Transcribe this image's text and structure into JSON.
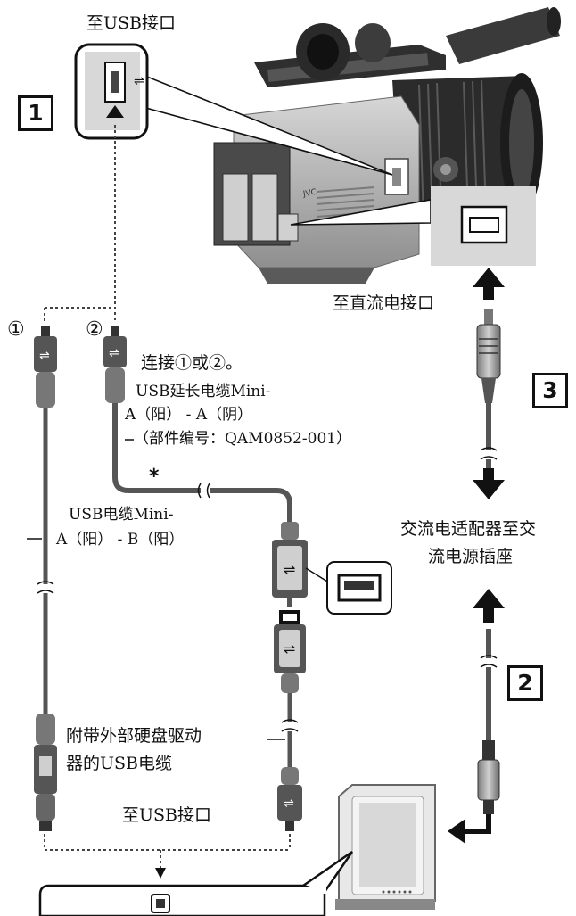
{
  "labels": {
    "usb_port_top": "至USB接口",
    "dc_port": "至直流电接口",
    "connect_choice": "连接①或②。",
    "extension_cable_1": "USB延长电缆Mini-",
    "extension_cable_2": "A（阳） - A（阴）",
    "extension_cable_3": "（部件编号：QAM0852-001）",
    "usb_cable_1": "USB电缆Mini-",
    "usb_cable_2": "A（阳） - B（阳）",
    "ac_adapter_1": "交流电适配器至交",
    "ac_adapter_2": "流电源插座",
    "hdd_cable_1": "附带外部硬盘驱动",
    "hdd_cable_2": "器的USB电缆",
    "usb_port_bottom": "至USB接口",
    "camera_brand": "JVC"
  },
  "steps": {
    "step1": "1",
    "step2": "2",
    "step3": "3"
  },
  "markers": {
    "option1": "①",
    "option2": "②",
    "asterisk": "*"
  },
  "colors": {
    "camera_body": "#b9b9b9",
    "camera_dark": "#3a3a3a",
    "device_panel": "#d8d8d8",
    "cable": "#555555"
  }
}
